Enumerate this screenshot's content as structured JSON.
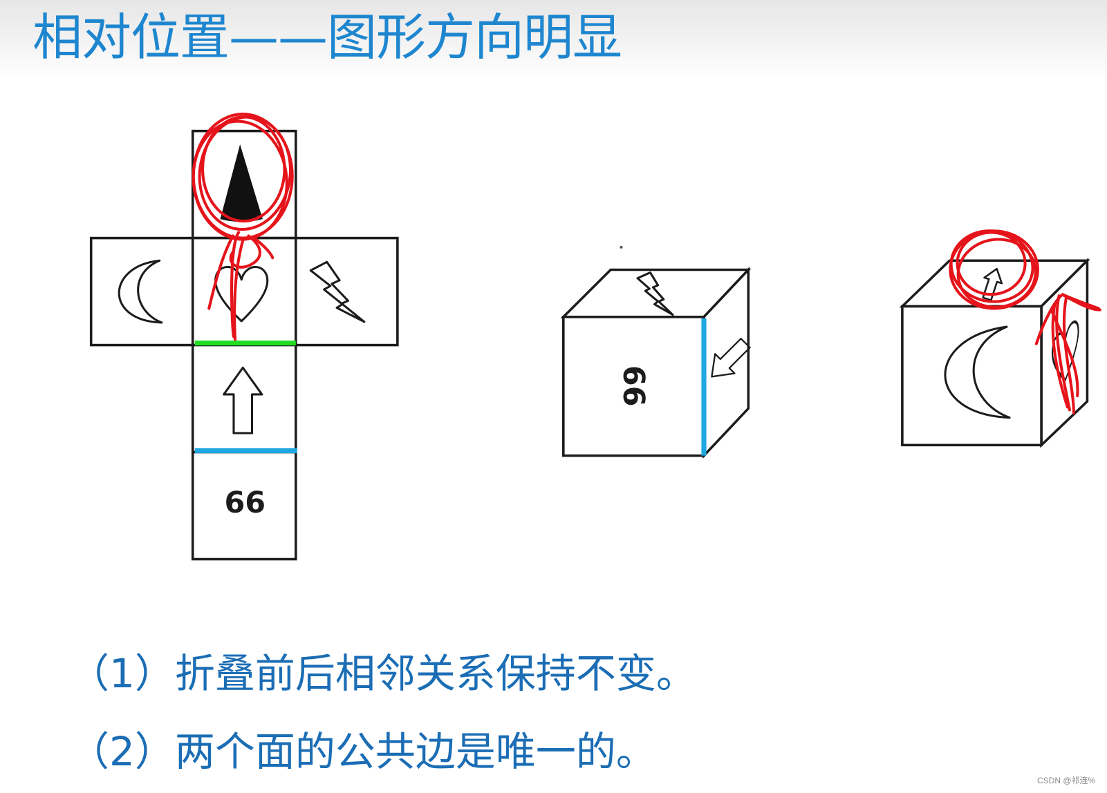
{
  "slide": {
    "title": "相对位置——图形方向明显",
    "rules": [
      "（1）折叠前后相邻关系保持不变。",
      "（2）两个面的公共边是唯一的。"
    ],
    "watermark": "CSDN @祁连%"
  },
  "net": {
    "faces": {
      "top": "triangle-icon",
      "left": "moon-icon",
      "center": "heart-icon",
      "right": "lightning-icon",
      "below_center": "up-arrow-icon",
      "bottom": "66"
    },
    "edge_heart_arrow_color": "#22dd22",
    "edge_arrow_66_color": "#1ea7e0"
  },
  "cube_a": {
    "front": "66",
    "top": "lightning-icon",
    "right": "arrow-icon",
    "highlighted_edge_color": "#1ea7e0"
  },
  "cube_b": {
    "front": "moon-icon",
    "top": "up-arrow-icon",
    "right": "heart-icon"
  },
  "colors": {
    "title": "#1e86cf",
    "rules": "#1b6db5",
    "annotation": "#e5141b",
    "outline": "#1c1c1c"
  }
}
